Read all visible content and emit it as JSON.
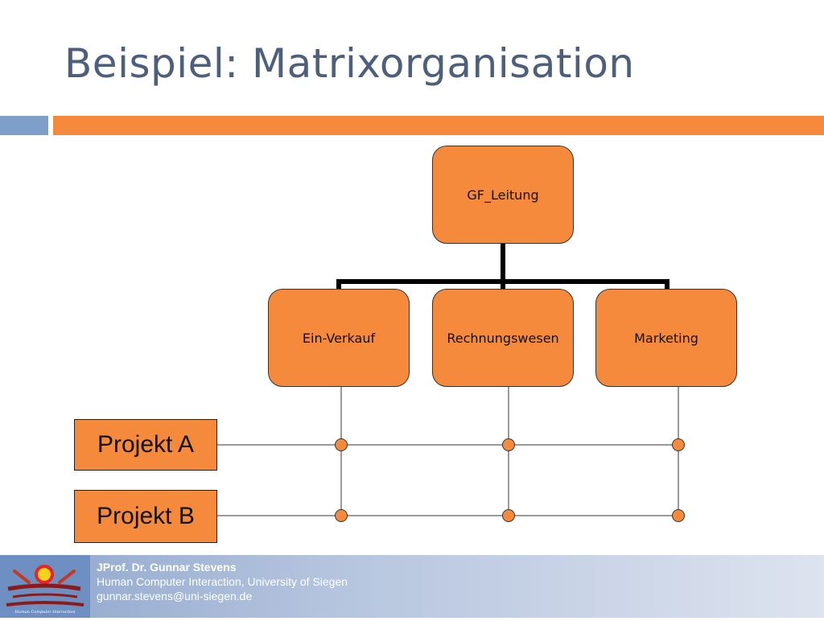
{
  "slide": {
    "title": "Beispiel: Matrixorganisation"
  },
  "org": {
    "root": "GF_Leitung",
    "departments": [
      "Ein-Verkauf",
      "Rechnungswesen",
      "Marketing"
    ]
  },
  "projects": [
    "Projekt A",
    "Projekt B"
  ],
  "footer": {
    "name": "JProf. Dr. Gunnar Stevens",
    "affiliation": "Human Computer Interaction, University of Siegen",
    "email": "gunnar.stevens@uni-siegen.de",
    "logo_caption": "Human Computer Interaction"
  },
  "colors": {
    "title": "#4d5f7c",
    "accent_orange": "#f58a3c",
    "accent_blue": "#7f9fcb"
  }
}
